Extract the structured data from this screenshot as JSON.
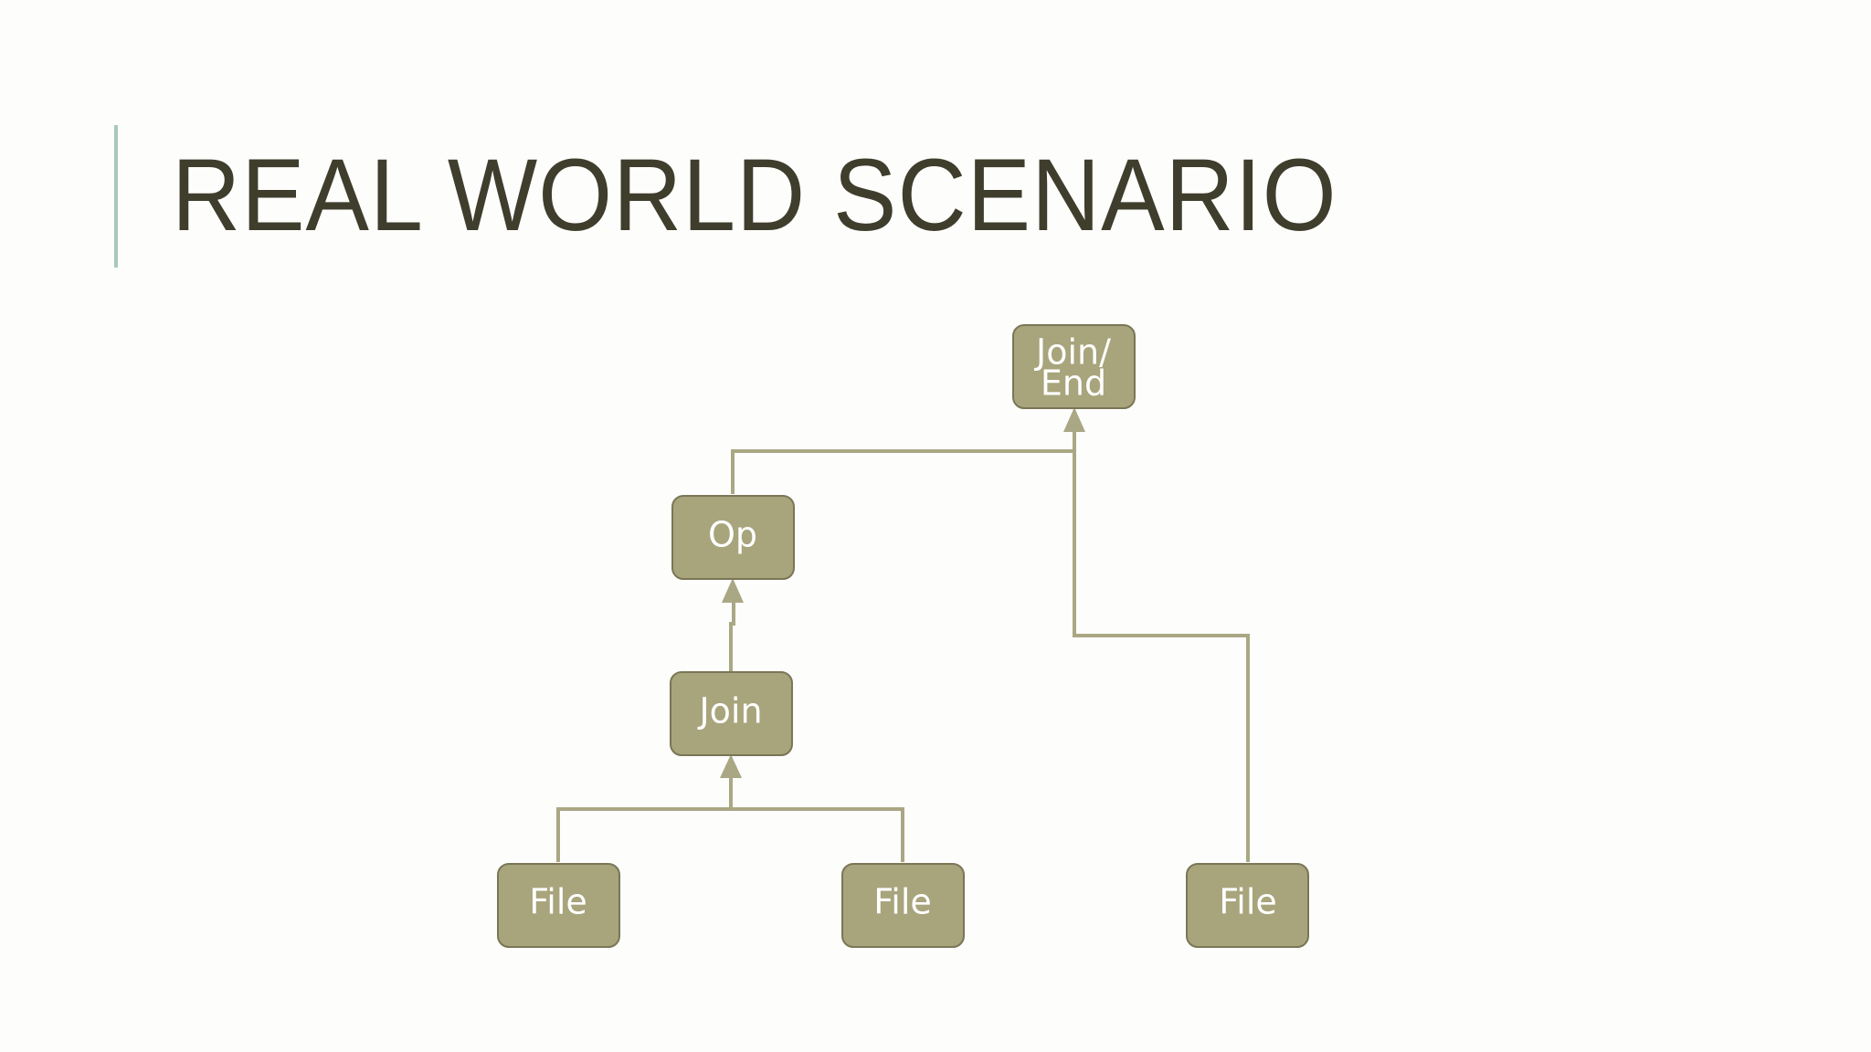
{
  "slide": {
    "title": "REAL WORLD SCENARIO"
  },
  "diagram": {
    "nodes": [
      {
        "id": "join-end",
        "lines": [
          "Join/",
          "End"
        ]
      },
      {
        "id": "op",
        "lines": [
          "Op"
        ]
      },
      {
        "id": "join",
        "lines": [
          "Join"
        ]
      },
      {
        "id": "file-1",
        "lines": [
          "File"
        ]
      },
      {
        "id": "file-2",
        "lines": [
          "File"
        ]
      },
      {
        "id": "file-3",
        "lines": [
          "File"
        ]
      }
    ],
    "edges": [
      {
        "from": "file-1",
        "to": "join"
      },
      {
        "from": "file-2",
        "to": "join"
      },
      {
        "from": "join",
        "to": "op"
      },
      {
        "from": "op",
        "to": "join-end"
      },
      {
        "from": "file-3",
        "to": "join-end"
      }
    ]
  },
  "colors": {
    "node_fill": "#a8a47c",
    "node_stroke": "#7a7656",
    "connector": "#aaa784",
    "title_text": "#3f3d2c",
    "accent_bar": "#a7c9bb"
  }
}
